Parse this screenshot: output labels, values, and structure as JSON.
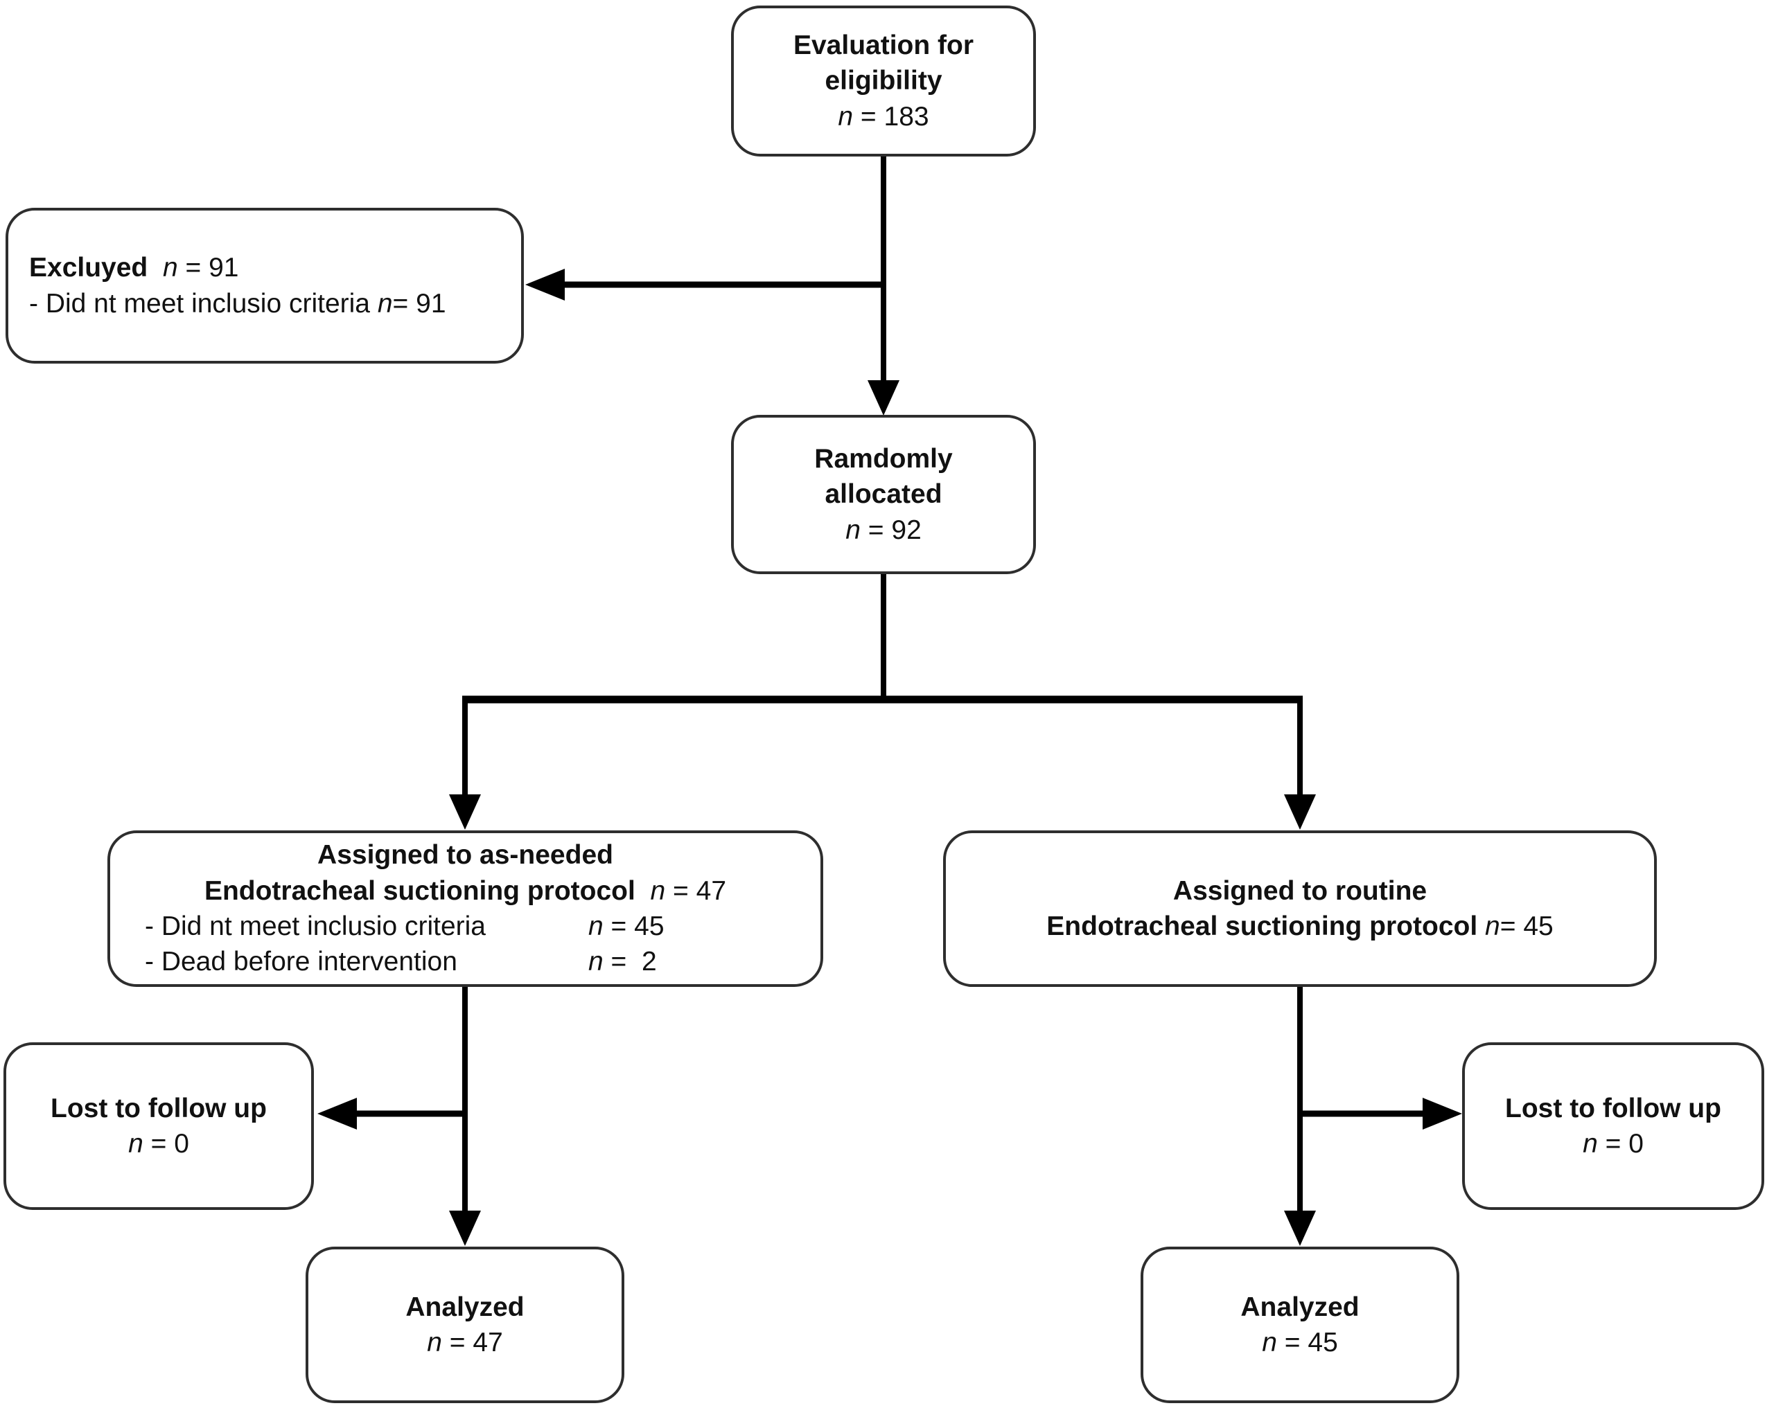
{
  "figure": {
    "kind": "trial-flow-diagram",
    "colors": {
      "background": "#ffffff",
      "box_border": "#2e2e2e",
      "arrow": "#000000",
      "text": "#111111"
    }
  },
  "boxes": {
    "eligibility": {
      "line1": "Evaluation for",
      "line2": "eligibility",
      "n": "n",
      "n_rest": " = 183"
    },
    "excluded": {
      "title": "Excluyed",
      "gap": "  ",
      "n": "n",
      "n_rest": " = 91",
      "bullet": "- Did nt meet inclusio criteria ",
      "bullet_n": "n",
      "bullet_n_rest": "= 91"
    },
    "randomized": {
      "line1": "Ramdomly",
      "line2": "allocated",
      "n": "n",
      "n_rest": " = 92"
    },
    "assigned_asneeded": {
      "line1": "Assigned to as-needed",
      "line2": "Endotracheal suctioning protocol",
      "line2_gap": "  ",
      "line2_n": "n",
      "line2_n_rest": " = 47",
      "bullet1": "- Did nt meet inclusio criteria",
      "bullet1_n": "n",
      "bullet1_n_rest": " = 45",
      "bullet2": "- Dead before intervention",
      "bullet2_n": "n",
      "bullet2_n_rest": " =  2"
    },
    "assigned_routine": {
      "line1": "Assigned to routine",
      "line2": "Endotracheal suctioning protocol ",
      "line2_n": "n",
      "line2_n_rest": "= 45"
    },
    "lost_left": {
      "line1": "Lost to follow up",
      "n": "n",
      "n_rest": " = 0"
    },
    "lost_right": {
      "line1": "Lost to follow up",
      "n": "n",
      "n_rest": " = 0"
    },
    "analyzed_left": {
      "line1": "Analyzed",
      "n": "n",
      "n_rest": " = 47"
    },
    "analyzed_right": {
      "line1": "Analyzed",
      "n": "n",
      "n_rest": " = 45"
    }
  }
}
